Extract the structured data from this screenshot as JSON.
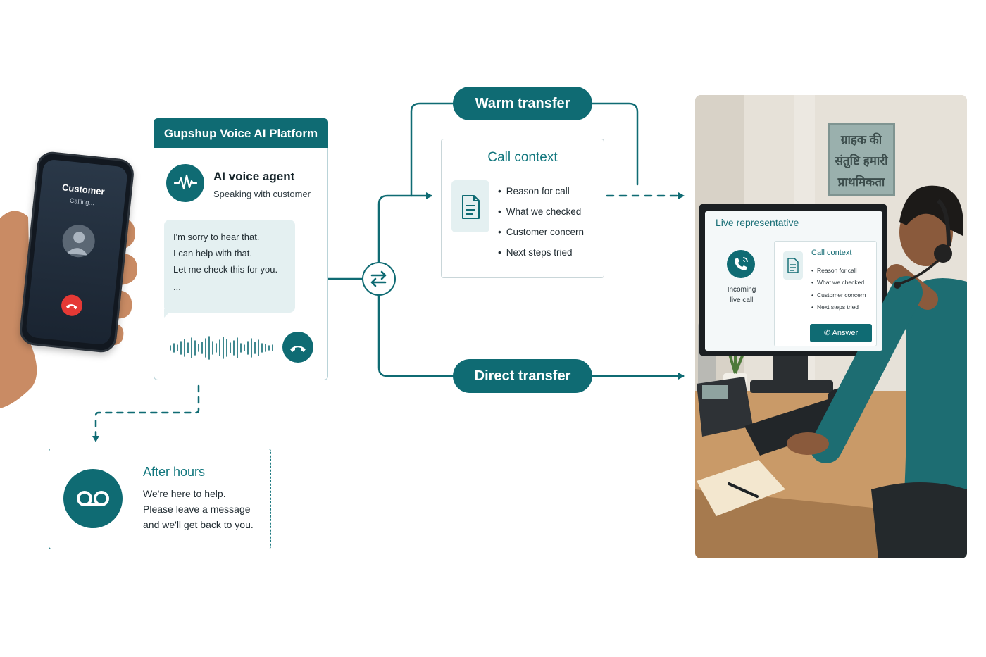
{
  "colors": {
    "accent": "#0f6b73",
    "accent_light": "#e4f0f1",
    "decline_red": "#e53935"
  },
  "customer_phone": {
    "caller_name": "Customer",
    "caller_status": "Calling..."
  },
  "platform": {
    "title": "Gupshup Voice AI Platform",
    "agent_name": "AI voice agent",
    "agent_status": "Speaking with customer",
    "speech_lines": [
      "I'm sorry to hear that.",
      "I can help with that.",
      "Let me check this for you.",
      "..."
    ]
  },
  "after_hours": {
    "title": "After hours",
    "message_lines": [
      "We're here to help.",
      "Please leave a message",
      "and we'll get back to you."
    ]
  },
  "warm_transfer": {
    "label": "Warm transfer"
  },
  "direct_transfer": {
    "label": "Direct transfer"
  },
  "call_context": {
    "title": "Call context",
    "items": [
      "Reason for call",
      "What we checked",
      "Customer concern",
      "Next steps tried"
    ]
  },
  "office": {
    "wall_sign_lines": [
      "ग्राहक की",
      "संतुष्टि हमारी",
      "प्राथमिकता"
    ],
    "screen": {
      "title": "Live representative",
      "incoming_lines": [
        "Incoming",
        "live call"
      ],
      "context_title": "Call context",
      "context_items": [
        "Reason for call",
        "What we checked",
        "Customer concern",
        "Next steps tried"
      ],
      "answer_label": "Answer"
    }
  },
  "icons": {
    "agent": "waveform-icon",
    "hangup": "phone-hangup-icon",
    "voicemail": "voicemail-icon",
    "transfer": "swap-arrows-icon",
    "context": "document-icon",
    "incoming": "phone-ringing-icon"
  }
}
